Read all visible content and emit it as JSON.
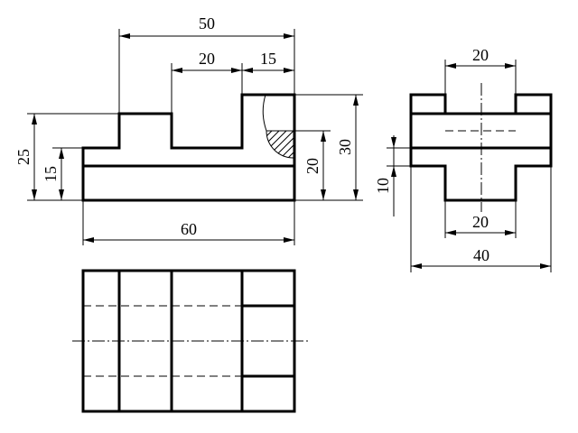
{
  "drawing": {
    "dimensions": {
      "front_width_50": "50",
      "front_slot_20": "20",
      "front_right_15": "15",
      "front_height_25": "25",
      "front_base_15": "15",
      "front_section_20": "20",
      "front_height_30": "30",
      "front_length_60": "60",
      "side_top_20": "20",
      "side_height_10": "10",
      "side_bottom_20": "20",
      "side_width_40": "40"
    }
  }
}
